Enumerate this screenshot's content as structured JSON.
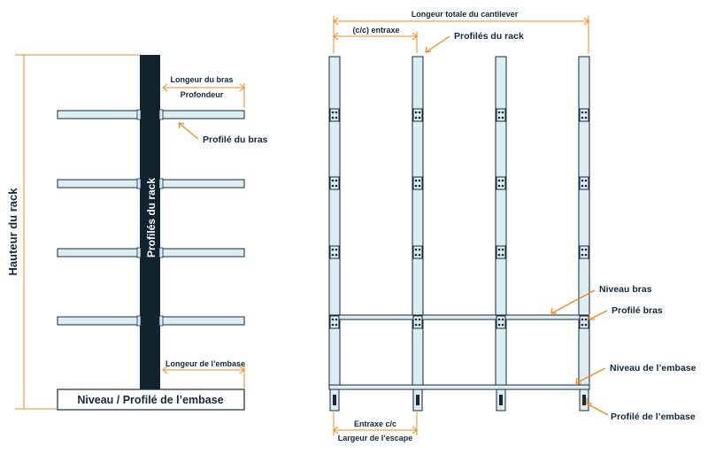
{
  "left_diagram": {
    "rack_height": "Hauteur du rack",
    "rack_profile": "Profilés du rack",
    "arm_length": "Longeur du bras",
    "depth": "Profondeur",
    "arm_profile": "Profilé du bras",
    "base_length": "Longeur de l’embase",
    "base_level_profile": "Niveau / Profilé de l’embase"
  },
  "right_diagram": {
    "total_length": "Longeur totale du cantilever",
    "cc_spacing": "(c/c) entraxe",
    "rack_profiles": "Profilés du rack",
    "arm_level": "Niveau bras",
    "arm_profile": "Profilé bras",
    "base_level": "Niveau de l’embase",
    "base_profile": "Profilé de l’embase",
    "spacing_cc": "Entraxe c/c",
    "bay_width": "Largeur de l’escape"
  },
  "colors": {
    "dimension_line": "#f08a1c",
    "steel_fill": "#ddeef2",
    "outline": "#16283a",
    "column": "#10232f"
  }
}
